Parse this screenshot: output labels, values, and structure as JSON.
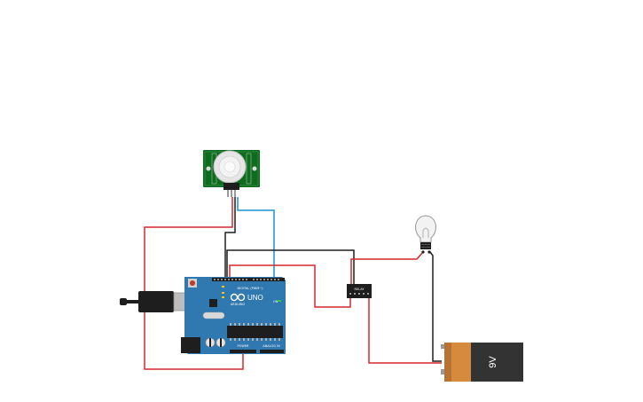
{
  "canvas": {
    "background": "#ffffff"
  },
  "pir_sensor": {
    "board_color": "#0f6b1e",
    "dome_color": "#e6e6e6"
  },
  "arduino": {
    "board_color": "#2f78b0",
    "logo_text": "UNO",
    "brand_text": "ARDUINO",
    "digital_label": "DIGITAL (PWM~)",
    "analog_label": "ANALOG IN",
    "on_label": "ON",
    "tx_label": "TX",
    "rx_label": "RX",
    "l_label": "L",
    "power_label": "POWER"
  },
  "relay": {
    "label": "RELAY"
  },
  "bulb": {
    "glass_color": "#f2f2f2"
  },
  "battery": {
    "label": "9V",
    "body_color": "#333333",
    "cap_color": "#d58a3e"
  },
  "wires": {
    "red": "#d7282b",
    "black": "#1e1e1e",
    "blue": "#1e90d2"
  }
}
